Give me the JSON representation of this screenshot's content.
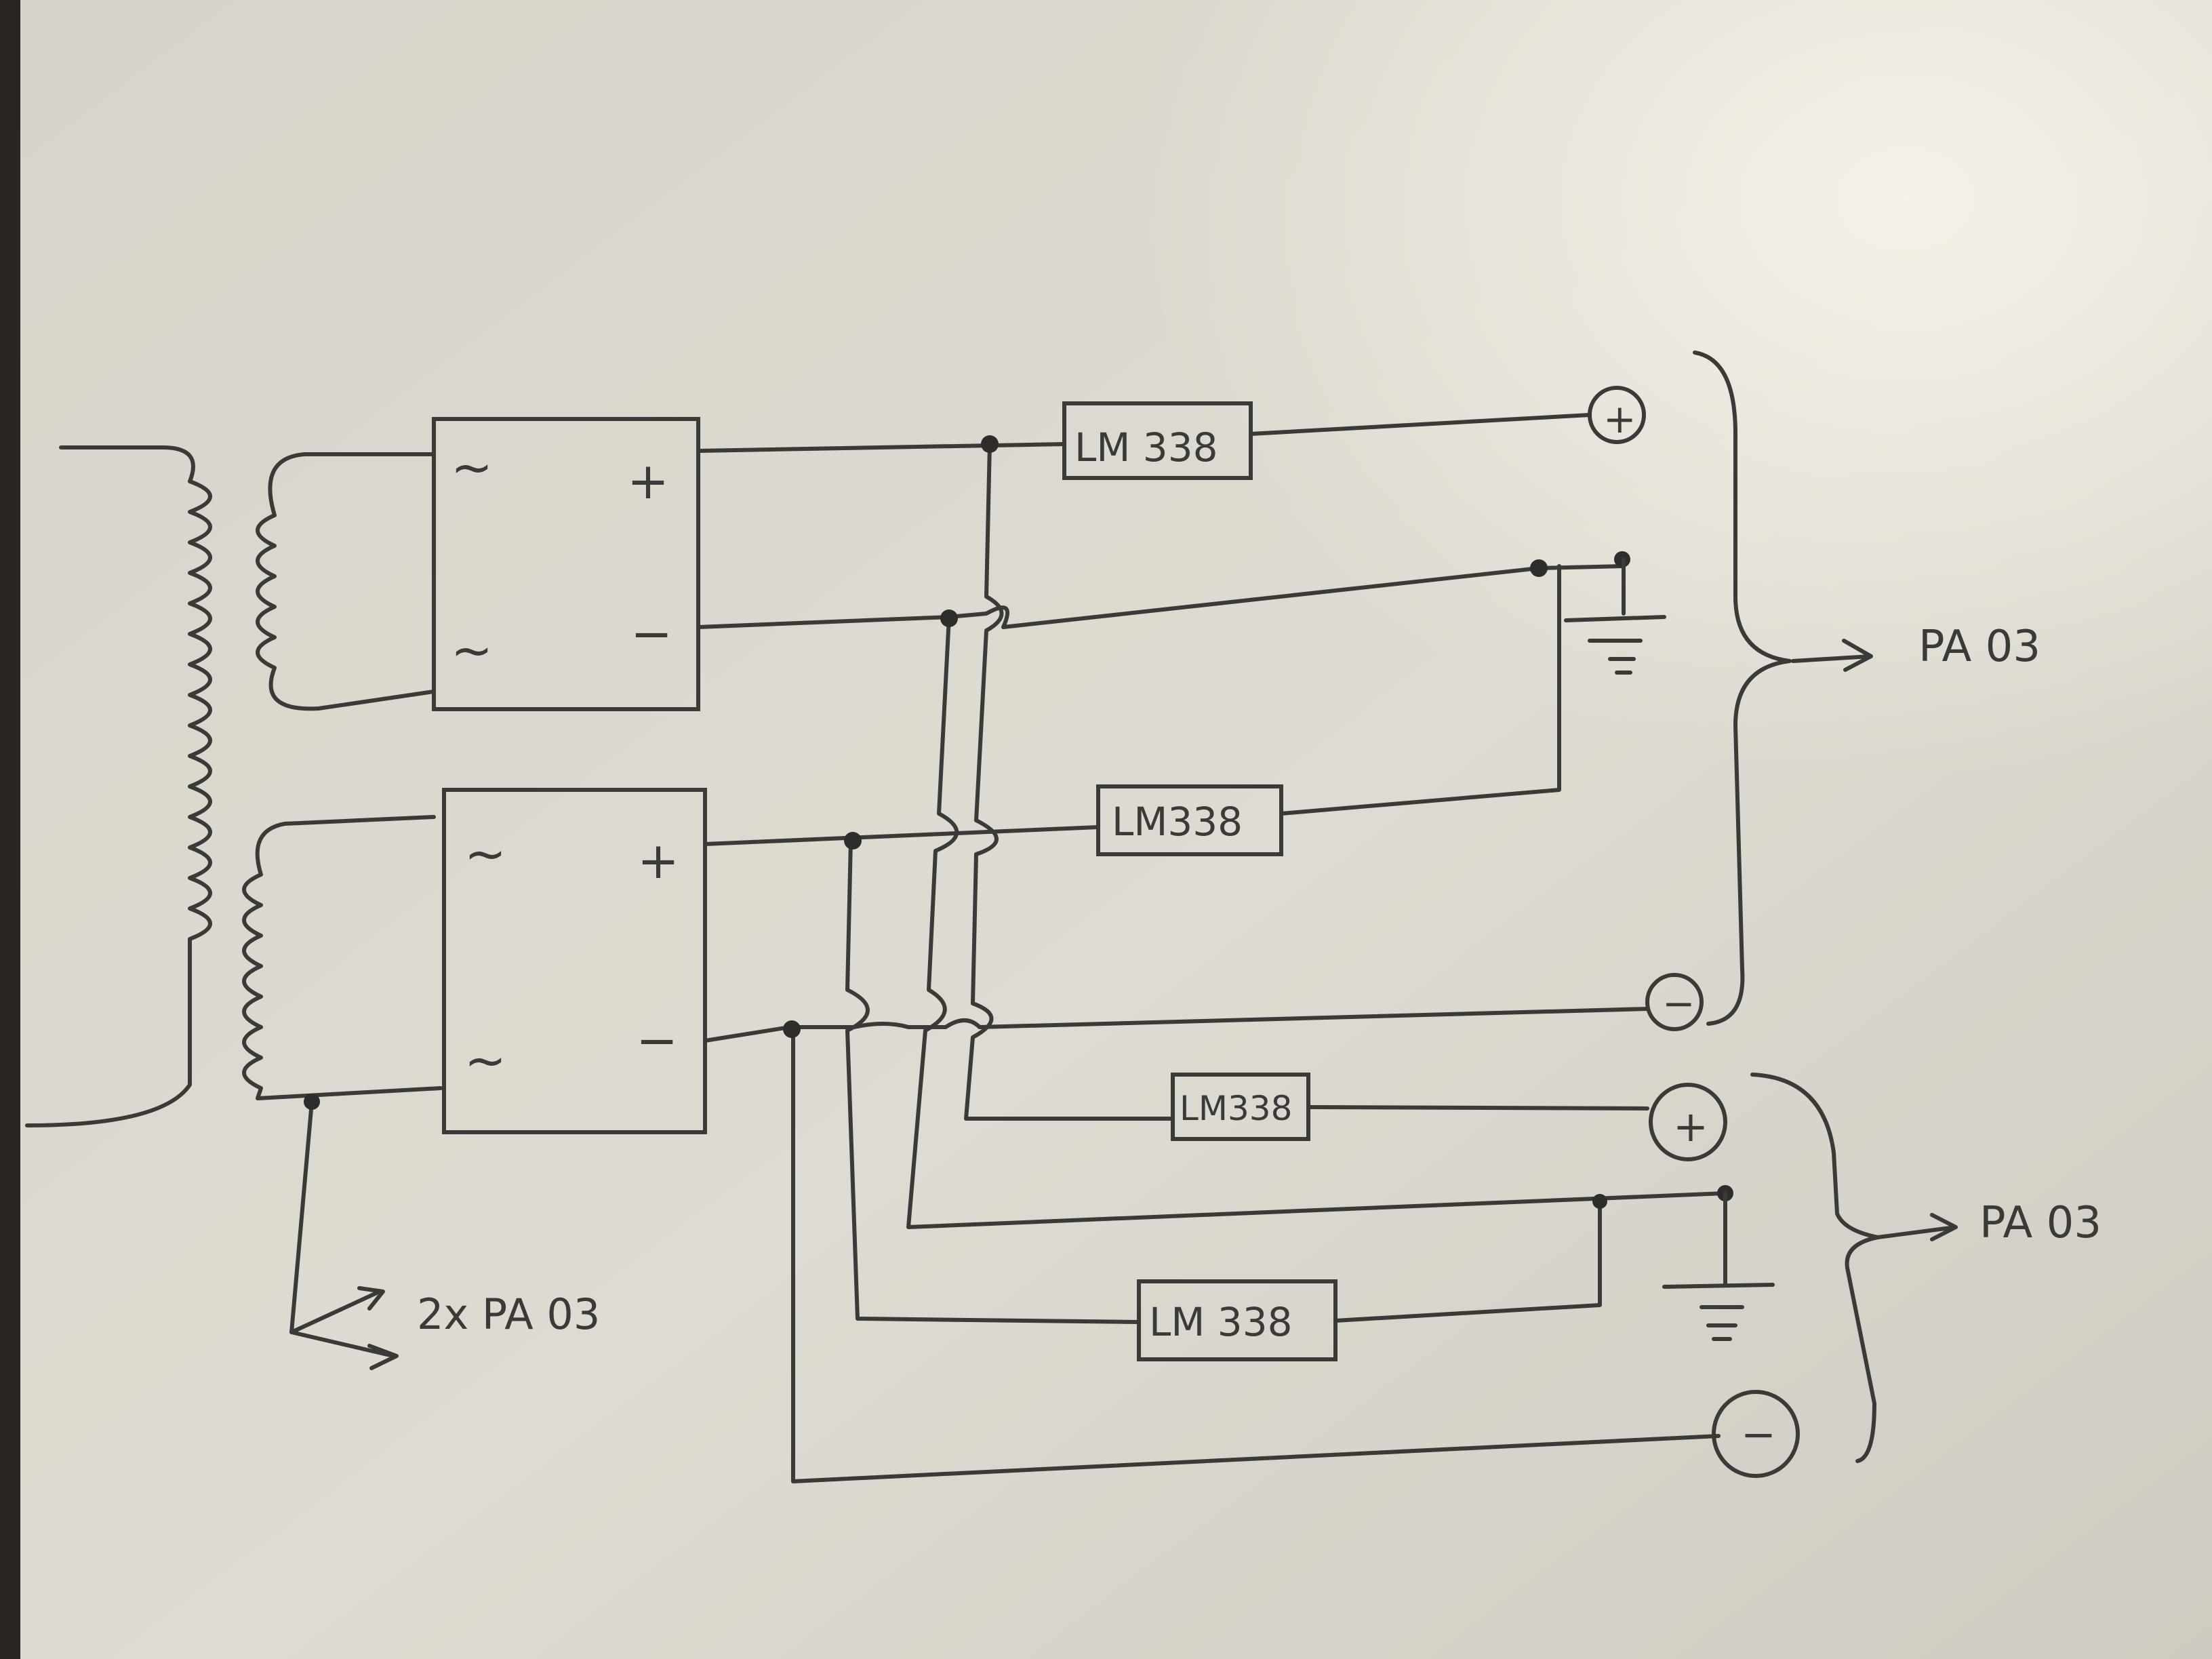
{
  "colors": {
    "paper": "#dedbd2",
    "ink": "#3b3a38",
    "background": "#2a2622"
  },
  "rectifiers": [
    {
      "ac_in_1": "~",
      "ac_in_2": "~",
      "dc_plus": "+",
      "dc_minus": "−"
    },
    {
      "ac_in_1": "~",
      "ac_in_2": "~",
      "dc_plus": "+",
      "dc_minus": "−"
    }
  ],
  "regulators": [
    "LM 338",
    "LM338",
    "LM338",
    "LM 338"
  ],
  "terminals": {
    "upper_plus": "+",
    "upper_minus": "−",
    "lower_plus": "+",
    "lower_minus": "−"
  },
  "outputs": {
    "upper": "PA 03",
    "lower": "PA 03",
    "center_tap": "2x PA 03"
  },
  "icons": [
    "transformer-icon",
    "ground-icon",
    "arrow-icon",
    "brace-icon"
  ]
}
